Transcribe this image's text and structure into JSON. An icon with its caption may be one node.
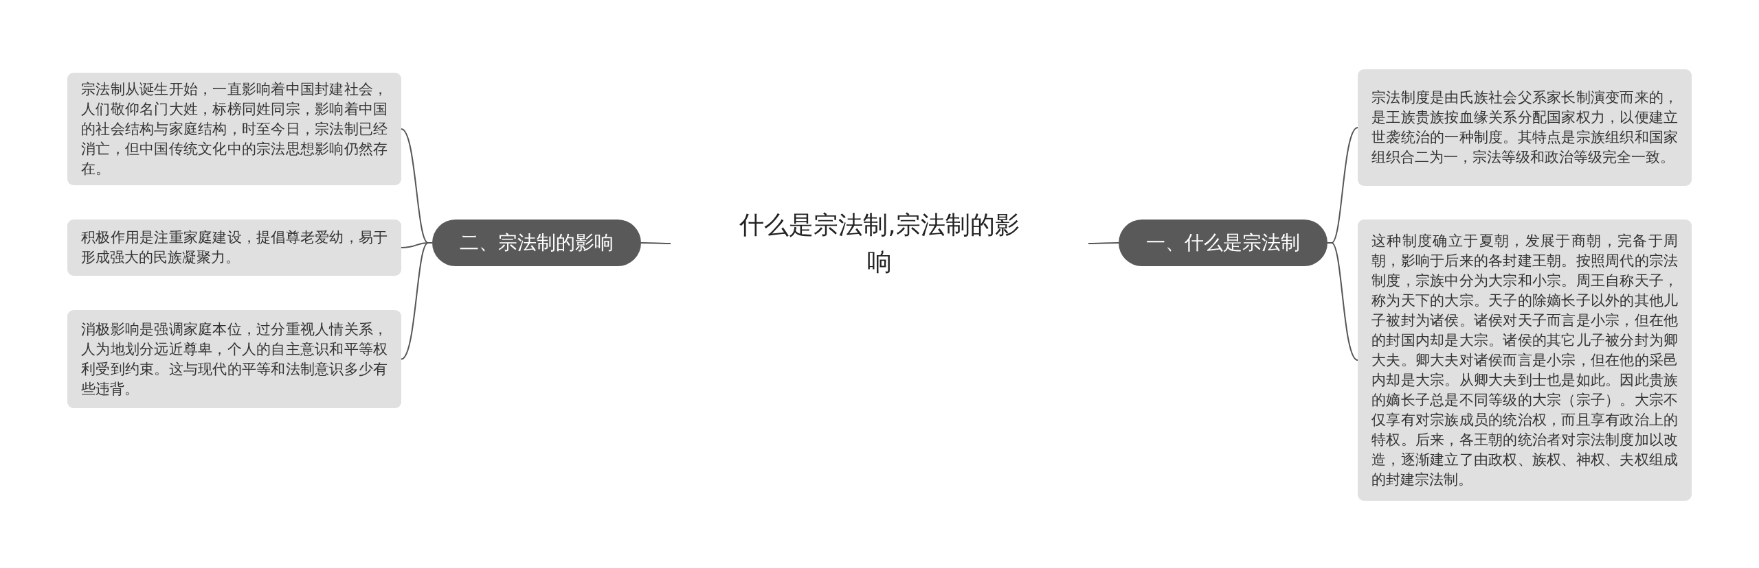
{
  "diagram": {
    "nodes": [
      {
        "text": [
          "什么是宗法制,宗法制的影响"
        ]
      },
      {
        "text": [
          "一、什么是宗法制"
        ]
      },
      {
        "text": [
          "宗法制度是由氏族社会父系家长制演变而来的，是王族贵族按血缘关系分配国家权力，以便建立世袭统治的一种制度。其特点是宗族组织和国家组织合二为一，宗法等级和政治等级完全一致。"
        ]
      },
      {
        "text": [
          "这种制度确立于夏朝，发展于商朝，完备于周朝，影响于后来的各封建王朝。按照周代的宗法制度，宗族中分为大宗和小宗。周王自称天子，称为天下的大宗。天子的除嫡长子以外的其他儿子被封为诸侯。诸侯对天子而言是小宗，但在他的封国内却是大宗。诸侯的其它儿子被分封为卿大夫。卿大夫对诸侯而言是小宗，但在他的采邑内却是大宗。从卿大夫到士也是如此。因此贵族的嫡长子总是不同等级的大宗（宗子）。大宗不仅享有对宗族成员的统治权，而且享有政治上的特权。后来，各王朝的统治者对宗法制度加以改造，逐渐建立了由政权、族权、神权、夫权组成的封建宗法制。"
        ]
      },
      {
        "text": [
          "二、宗法制的影响"
        ]
      },
      {
        "text": [
          "宗法制从诞生开始，一直影响着中国封建社会，人们敬仰名门大姓，标榜同姓同宗，影响着中国的社会结构与家庭结构，时至今日，宗法制已经消亡，但中国传统文化中的宗法思想影响仍然存在。"
        ]
      },
      {
        "text": [
          "积极作用是注重家庭建设，提倡尊老爱幼，易于形成强大的民族凝聚力。"
        ]
      },
      {
        "text": [
          "消极影响是强调家庭本位，过分重视人情关系，人为地划分远近尊卑，个人的自主意识和平等权利受到约束。这与现代的平等和法制意识多少有些违背。"
        ]
      }
    ],
    "edges": [
      {
        "from": 0,
        "to": 1,
        "arrow": "none"
      },
      {
        "from": 1,
        "to": 2,
        "arrow": "none"
      },
      {
        "from": 1,
        "to": 3,
        "arrow": "none"
      },
      {
        "from": 0,
        "to": 4,
        "arrow": "none"
      },
      {
        "from": 4,
        "to": 5,
        "arrow": "none"
      },
      {
        "from": 4,
        "to": 6,
        "arrow": "none"
      },
      {
        "from": 4,
        "to": 7,
        "arrow": "none"
      }
    ]
  }
}
